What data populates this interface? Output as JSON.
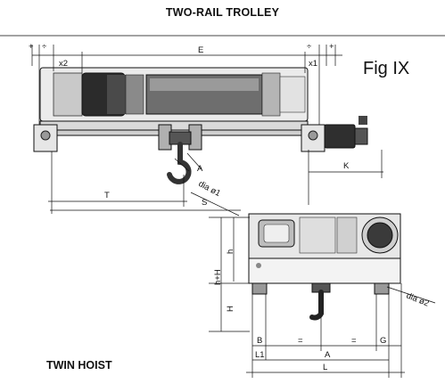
{
  "title": "TWO-RAIL TROLLEY",
  "figure_label": "Fig IX",
  "caption": "TWIN HOIST",
  "dimensions": {
    "plus": "+",
    "div": "÷",
    "E": "E",
    "x1": "x1",
    "x2": "x2",
    "K": "K",
    "T": "T",
    "S": "S",
    "A_top": "A",
    "dia1": "dia ø1",
    "h": "h",
    "hH": "h+H",
    "H": "H",
    "dia2": "dia ø2",
    "B": "B",
    "eq": "=",
    "G": "G",
    "L1": "L1",
    "A": "A",
    "L": "L"
  },
  "colors": {
    "line": "#111111",
    "dark": "#2b2b2b",
    "mid": "#7d7d7d",
    "light": "#d9d9d9",
    "paper": "#f2f2f2"
  }
}
